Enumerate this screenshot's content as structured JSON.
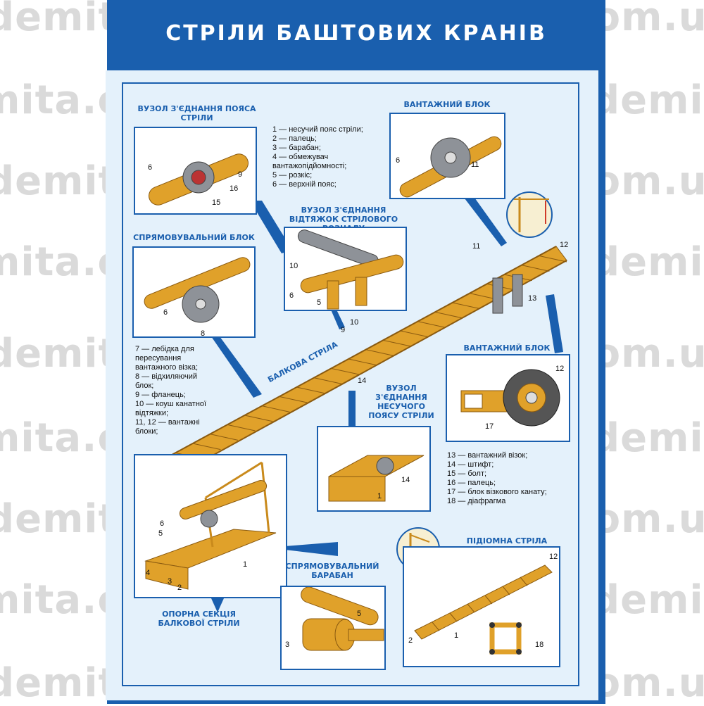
{
  "watermark": "demita.com.ua",
  "title": "СТРІЛИ БАШТОВИХ КРАНІВ",
  "headings": {
    "joint_chord": "ВУЗОЛ З'ЄДНАННЯ ПОЯСА СТРІЛИ",
    "guide_block": "СПРЯМОВУВАЛЬНИЙ БЛОК",
    "guy_joint": "ВУЗОЛ З'ЄДНАННЯ ВІДТЯЖОК СТРІЛОВОГО РОЗЧАЛУ",
    "load_block_top": "ВАНТАЖНИЙ БЛОК",
    "load_block_right": "ВАНТАЖНИЙ БЛОК",
    "boom_label": "БАЛКОВА СТРІЛА",
    "bearing_joint": "ВУЗОЛ З'ЄДНАННЯ НЕСУЧОГО ПОЯСУ СТРІЛИ",
    "guide_drum": "СПРЯМОВУВАЛЬНИЙ БАРАБАН",
    "support_section": "ОПОРНА СЕКЦІЯ БАЛКОВОЇ СТРІЛИ",
    "luffing_boom": "ПІДІОМНА СТРІЛА"
  },
  "legend_1": [
    "1 — несучий пояс стріли;",
    "2 — палець;",
    "3 — барабан;",
    "4 — обмежувач",
    "вантажопідйомності;",
    "5 — розкіс;",
    "6 — верхній пояс;"
  ],
  "legend_2": [
    "7 — лебідка для",
    "пересування",
    "вантажного візка;",
    "8 — відхиляючий",
    "блок;",
    "9 — фланець;",
    "10 — коуш канатної",
    "відтяжки;",
    "11, 12 — вантажні",
    "блоки;"
  ],
  "legend_3": [
    "13 — вантажний візок;",
    "14 — штифт;",
    "15 — болт;",
    "16 — палець;",
    "17 — блок візкового канату;",
    "18 — діафрагма"
  ],
  "numbers": {
    "n1": "1",
    "n2": "2",
    "n3": "3",
    "n4": "4",
    "n5": "5",
    "n6": "6",
    "n7": "7",
    "n8": "8",
    "n9": "9",
    "n10": "10",
    "n11": "11",
    "n12": "12",
    "n13": "13",
    "n14": "14",
    "n15": "15",
    "n16": "16",
    "n17": "17",
    "n18": "18"
  },
  "colors": {
    "brand_blue": "#1a5fae",
    "background": "#e4f1fb",
    "boom": "#e0a12a"
  }
}
